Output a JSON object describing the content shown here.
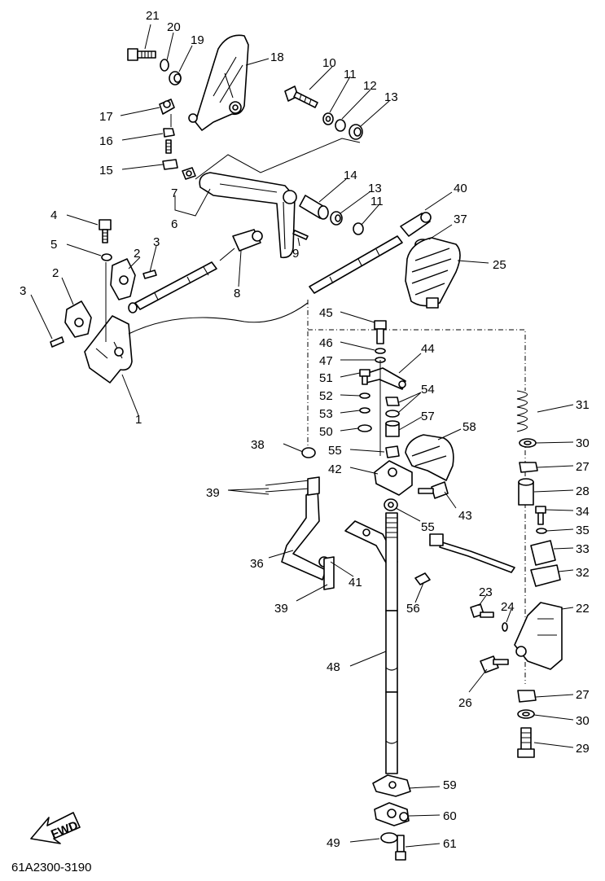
{
  "drawing_code": "61A2300-3190",
  "fwd_label": "FWD",
  "callouts": [
    "1",
    "2",
    "2",
    "3",
    "3",
    "4",
    "5",
    "6",
    "7",
    "8",
    "9",
    "10",
    "11",
    "11",
    "12",
    "13",
    "13",
    "14",
    "15",
    "16",
    "17",
    "18",
    "19",
    "20",
    "21",
    "22",
    "23",
    "24",
    "25",
    "26",
    "27",
    "27",
    "28",
    "29",
    "30",
    "30",
    "31",
    "32",
    "33",
    "34",
    "35",
    "36",
    "37",
    "38",
    "39",
    "39",
    "40",
    "41",
    "42",
    "43",
    "44",
    "45",
    "46",
    "47",
    "48",
    "49",
    "50",
    "51",
    "52",
    "53",
    "54",
    "55",
    "55",
    "56",
    "57",
    "58",
    "59",
    "60",
    "61"
  ]
}
